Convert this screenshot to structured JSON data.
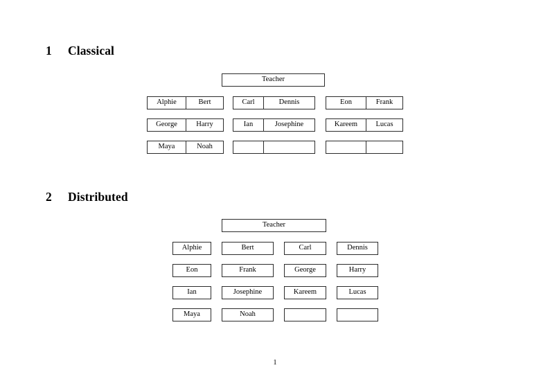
{
  "document": {
    "page_number": "1",
    "background_color": "#ffffff",
    "text_color": "#000000",
    "border_color": "#2b2b2b"
  },
  "sections": [
    {
      "number": "1",
      "title": "Classical",
      "root": {
        "label": "Teacher"
      },
      "layout": "grouped-pairs",
      "groups": [
        {
          "rows": [
            {
              "cells": [
                "Alphie",
                "Bert"
              ]
            },
            {
              "cells": [
                "George",
                "Harry"
              ]
            },
            {
              "cells": [
                "Maya",
                "Noah"
              ]
            }
          ]
        },
        {
          "rows": [
            {
              "cells": [
                "Carl",
                "Dennis"
              ]
            },
            {
              "cells": [
                "Ian",
                "Josephine"
              ]
            },
            {
              "cells": [
                "",
                ""
              ]
            }
          ]
        },
        {
          "rows": [
            {
              "cells": [
                "Eon",
                "Frank"
              ]
            },
            {
              "cells": [
                "Kareem",
                "Lucas"
              ]
            },
            {
              "cells": [
                "",
                ""
              ]
            }
          ]
        }
      ]
    },
    {
      "number": "2",
      "title": "Distributed",
      "root": {
        "label": "Teacher"
      },
      "layout": "independent-boxes",
      "rows": [
        {
          "cells": [
            "Alphie",
            "Bert",
            "Carl",
            "Dennis"
          ]
        },
        {
          "cells": [
            "Eon",
            "Frank",
            "George",
            "Harry"
          ]
        },
        {
          "cells": [
            "Ian",
            "Josephine",
            "Kareem",
            "Lucas"
          ]
        },
        {
          "cells": [
            "Maya",
            "Noah",
            "",
            ""
          ]
        }
      ]
    }
  ]
}
